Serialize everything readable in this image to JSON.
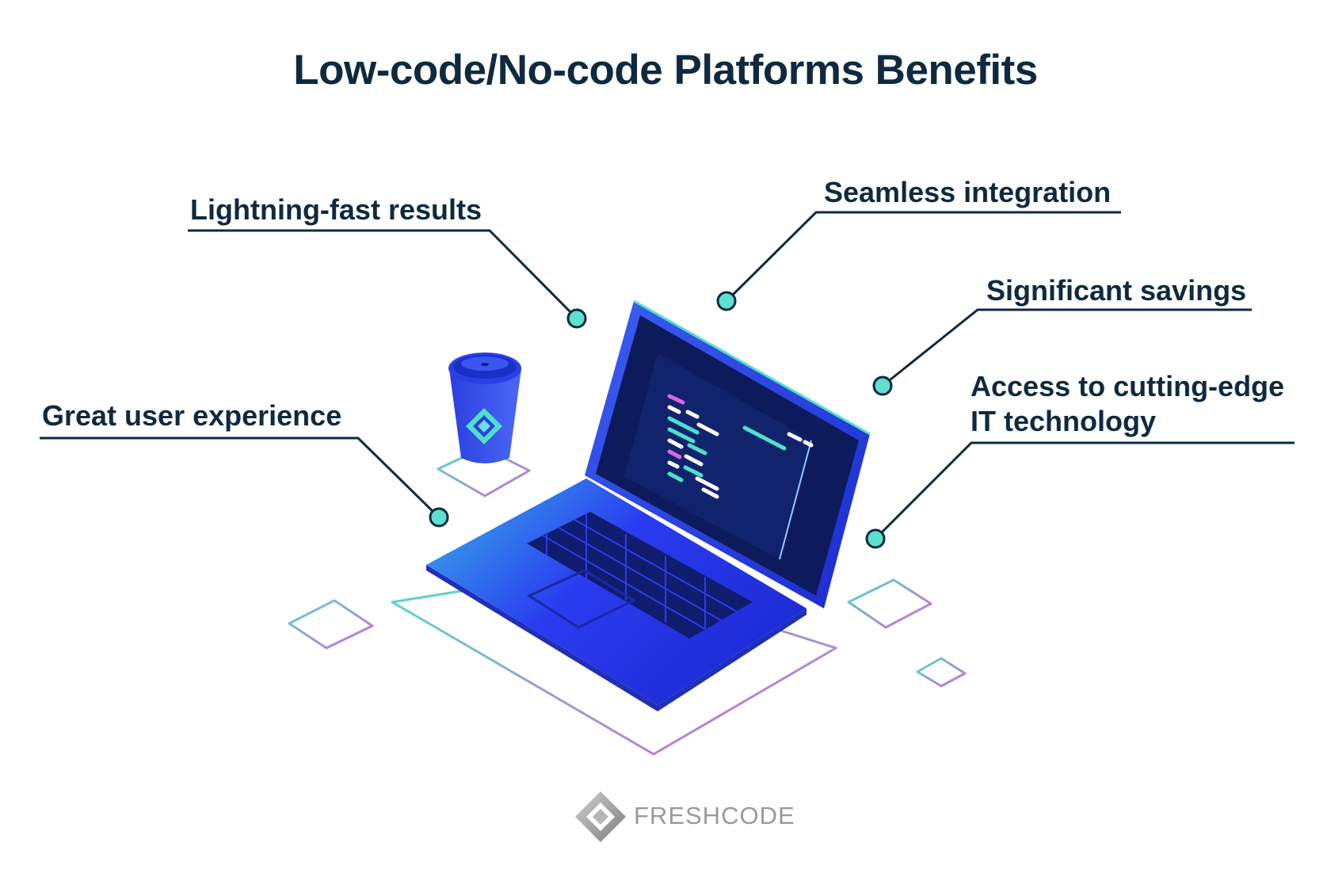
{
  "title": "Low-code/No-code Platforms Benefits",
  "benefits": [
    {
      "id": "lightning",
      "label": "Lightning-fast results"
    },
    {
      "id": "seamless",
      "label": "Seamless integration"
    },
    {
      "id": "savings",
      "label": "Significant savings"
    },
    {
      "id": "ux",
      "label": "Great user experience"
    },
    {
      "id": "access",
      "label": "Access to cutting-edge IT technology"
    }
  ],
  "brand": {
    "name": "FRESHCODE"
  },
  "colors": {
    "text": "#0f2a3f",
    "dot": "#5ce0cf",
    "laptop_blue": "#2a3cf0",
    "screen_dark": "#0d1a5c",
    "accent_teal": "#4fe0c8",
    "accent_pink": "#d766e0"
  }
}
